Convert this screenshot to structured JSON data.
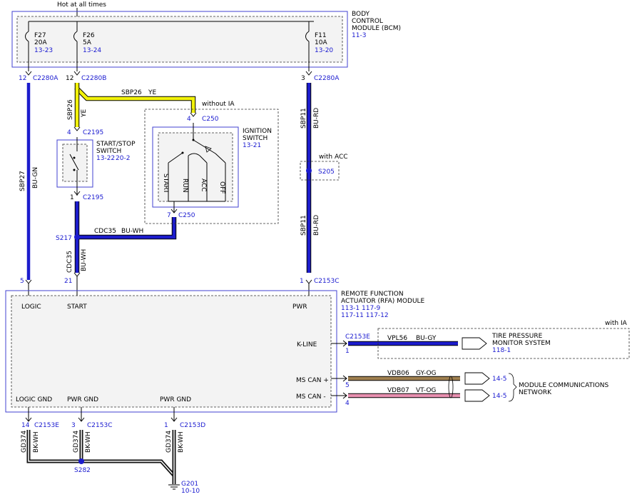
{
  "top": {
    "hot_label": "Hot at all times"
  },
  "bcm": {
    "title1": "BODY",
    "title2": "CONTROL",
    "title3": "MODULE (BCM)",
    "ref": "11-3",
    "fuses": [
      {
        "name": "F27",
        "amps": "20A",
        "ref": "13-23"
      },
      {
        "name": "F26",
        "amps": "5A",
        "ref": "13-24"
      },
      {
        "name": "F11",
        "amps": "10A",
        "ref": "13-20"
      }
    ]
  },
  "connectors": {
    "c2280a_left_pin": "12",
    "c2280a_left": "C2280A",
    "c2280b_pin": "12",
    "c2280b": "C2280B",
    "c2280a_right_pin": "3",
    "c2280a_right": "C2280A",
    "c2195_top_pin": "4",
    "c2195_top": "C2195",
    "c2195_bot_pin": "1",
    "c2195_bot": "C2195",
    "c250_top_pin": "4",
    "c250_top": "C250",
    "c250_bot_pin": "7",
    "c250_bot": "C250",
    "c2153c_right_pin": "1",
    "c2153c_right": "C2153C",
    "logic_pin": "5",
    "start_pin": "21",
    "c2153e_pin": "1",
    "c2153e": "C2153E",
    "mscan_plus_pin": "5",
    "mscan_minus_pin": "4",
    "gnd1_pin": "14",
    "gnd1": "C2153E",
    "gnd2_pin": "3",
    "gnd2": "C2153C",
    "gnd3_pin": "1",
    "gnd3": "C2153D"
  },
  "wires": {
    "sbp26_h": "SBP26",
    "sbp26_h_color": "YE",
    "sbp26_v": "SBP26",
    "sbp26_v_color": "YE",
    "sbp27": "SBP27",
    "sbp27_color": "BU-GN",
    "sbp11_top": "SBP11",
    "sbp11_top_color": "BU-RD",
    "sbp11_bot": "SBP11",
    "sbp11_bot_color": "BU-RD",
    "cdc35_h": "CDC35",
    "cdc35_h_color": "BU-WH",
    "cdc35_v": "CDC35",
    "cdc35_v_color": "BU-WH",
    "vpl56": "VPL56",
    "vpl56_color": "BU-GY",
    "vdb06": "VDB06",
    "vdb06_color": "GY-OG",
    "vdb07": "VDB07",
    "vdb07_color": "VT-OG",
    "gd374_1": "GD374",
    "gd374_1_color": "BK-WH",
    "gd374_2": "GD374",
    "gd374_2_color": "BK-WH",
    "gd374_3": "GD374",
    "gd374_3_color": "BK-WH",
    "colors": {
      "blue": "#1c1ccc",
      "yellow": "#f2f20a",
      "brown": "#a08050",
      "pink": "#e890b0",
      "black": "#111111"
    }
  },
  "splices": {
    "s217": "S217",
    "s205": "S205",
    "s282": "S282",
    "with_acc": "with ACC"
  },
  "ground": {
    "name": "G201",
    "ref": "10-10"
  },
  "start_stop": {
    "line1": "START/STOP",
    "line2": "SWITCH",
    "ref1": "13-22",
    "ref2": "20-2"
  },
  "ignition": {
    "without_ia": "without IA",
    "line1": "IGNITION",
    "line2": "SWITCH",
    "ref": "13-21",
    "positions": [
      "START",
      "RUN",
      "ACC",
      "OFF"
    ]
  },
  "rfa": {
    "title1": "REMOTE FUNCTION",
    "title2": "ACTUATOR (RFA) MODULE",
    "refs1": "113-1   117-9",
    "refs2": "117-11   117-12",
    "logic": "LOGIC",
    "start": "START",
    "pwr": "PWR",
    "kline": "K-LINE",
    "mscan_plus": "MS CAN +",
    "mscan_minus": "MS CAN -",
    "logic_gnd": "LOGIC GND",
    "pwr_gnd1": "PWR GND",
    "pwr_gnd2": "PWR GND"
  },
  "tpms": {
    "with_ia": "with IA",
    "line1": "TIRE PRESSURE",
    "line2": "MONITOR SYSTEM",
    "ref": "118-1"
  },
  "mcn": {
    "ref1": "14-5",
    "ref2": "14-5",
    "line1": "MODULE COMMUNICATIONS",
    "line2": "NETWORK"
  }
}
